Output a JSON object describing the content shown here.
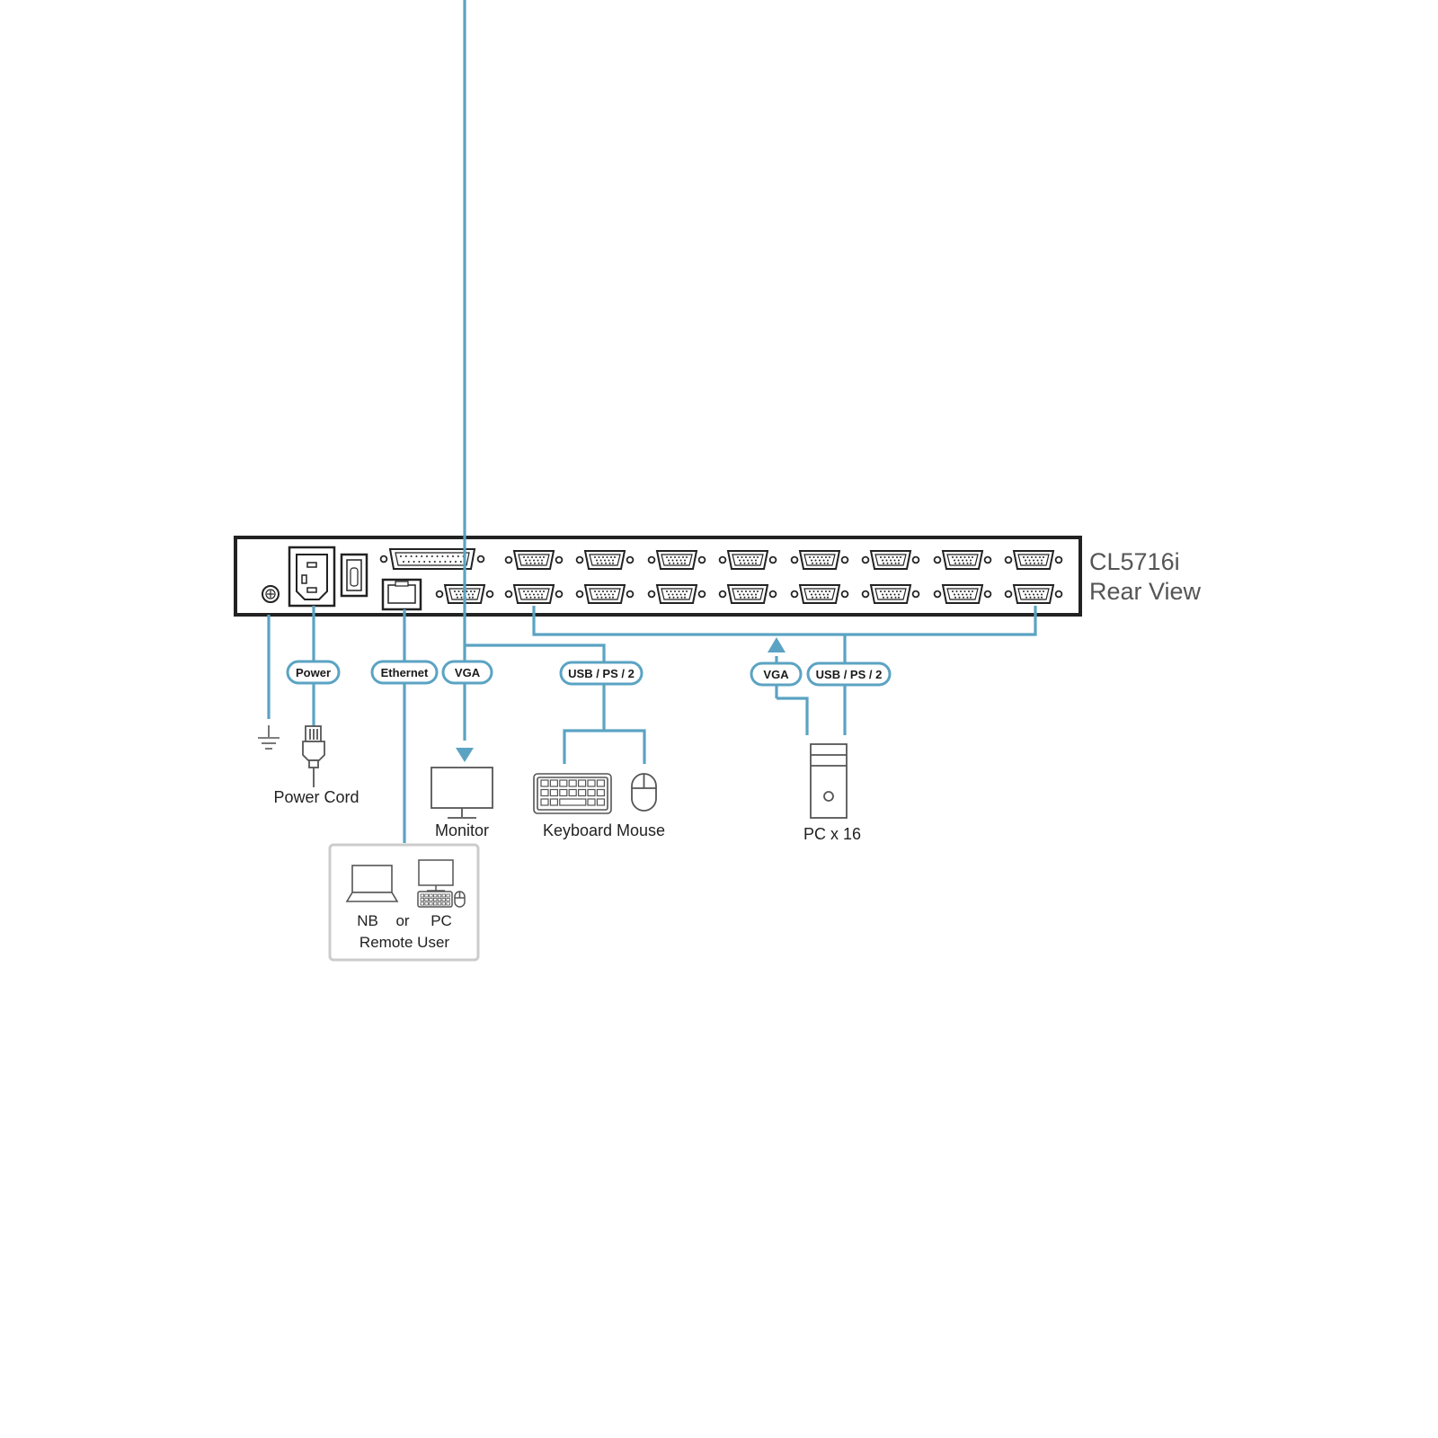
{
  "device": {
    "model": "CL5716i",
    "view": "Rear View"
  },
  "connectors": {
    "power": "Power",
    "ethernet": "Ethernet",
    "vga_console": "VGA",
    "usb_console": "USB / PS / 2",
    "vga_pc": "VGA",
    "usb_pc": "USB / PS / 2"
  },
  "captions": {
    "power_cord": "Power Cord",
    "monitor": "Monitor",
    "keyboard_mouse": "Keyboard Mouse",
    "pc_count": "PC x 16",
    "nb": "NB",
    "or": "or",
    "pc": "PC",
    "remote_user": "Remote User"
  },
  "colors": {
    "cable": "#5ba3c3",
    "outline": "#222222",
    "box_border": "#cccccc"
  }
}
